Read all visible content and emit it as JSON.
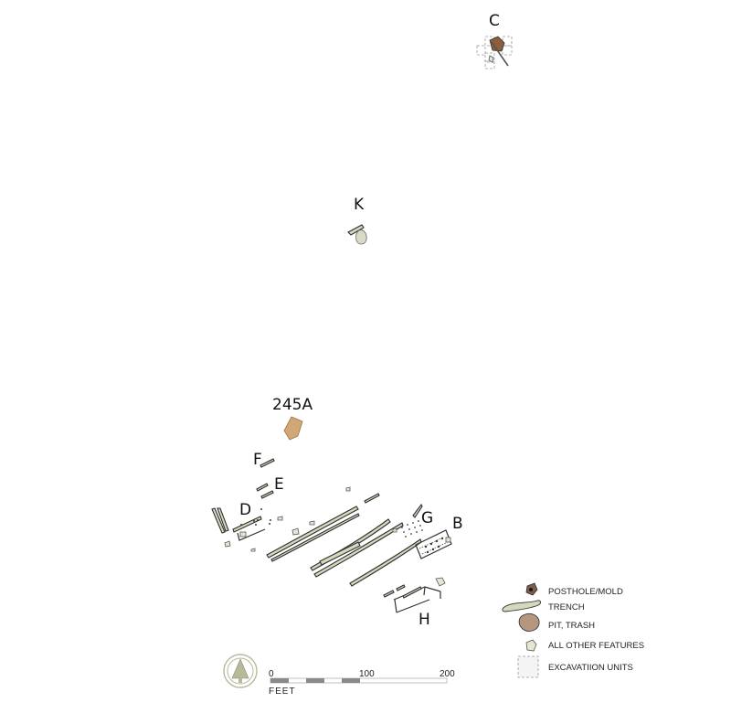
{
  "site_labels": {
    "c": "C",
    "k": "K",
    "a245": "245A",
    "f": "F",
    "e": "E",
    "d": "D",
    "g": "G",
    "b": "B",
    "h": "H"
  },
  "legend": {
    "posthole": "POSTHOLE/MOLD",
    "trench": "TRENCH",
    "pit": "PIT, TRASH",
    "other": "ALL OTHER FEATURES",
    "units": "EXCAVATIION UNITS"
  },
  "scale": {
    "tick0": "0",
    "tick100": "100",
    "tick200": "200",
    "unit": "FEET"
  },
  "colors": {
    "trench_fill": "#d4d8bd",
    "pit_fill": "#b5967e",
    "feature_245a": "#d2a776",
    "posthole_fill": "#7a5e4d",
    "unit_outline": "#9a9a9a",
    "north_arrow": "#b9b99a"
  },
  "icons": {
    "north_arrow": "north-arrow-icon"
  }
}
